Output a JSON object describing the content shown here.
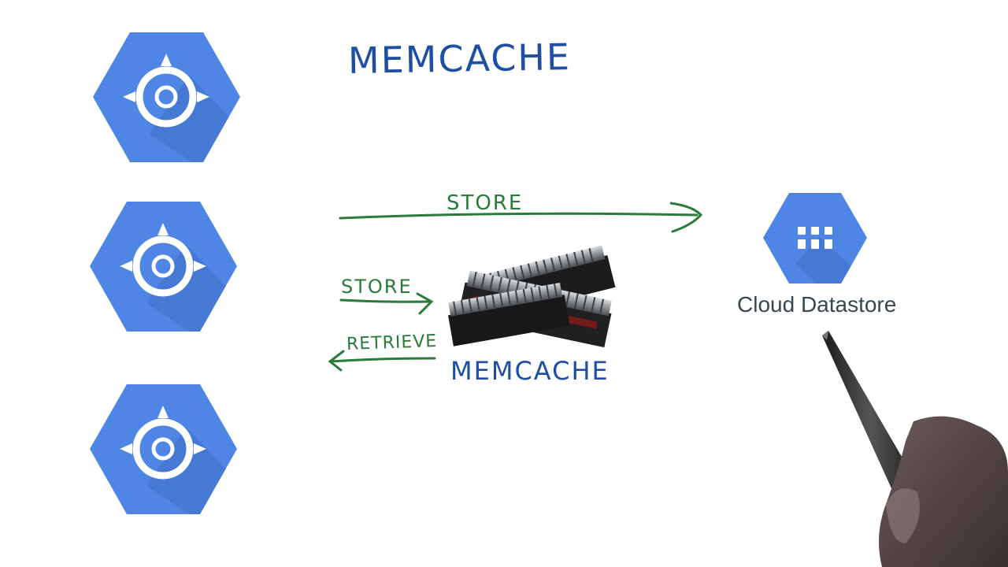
{
  "diagram": {
    "title": "MEMCACHE",
    "store_top_label": "STORE",
    "store_label": "STORE",
    "retrieve_label": "RETRIEVE",
    "memcache_label": "MEMCACHE",
    "datastore_caption": "Cloud Datastore",
    "app_engine_instances": 3
  },
  "colors": {
    "hex_blue": "#4f86e6",
    "hex_shadow": "#3f6fc4",
    "title_ink": "#1e4fa3",
    "arrow_ink": "#2a7a3a"
  },
  "icons": {
    "app_engine": "app-engine-icon",
    "datastore": "datastore-grid-icon",
    "ram": "ram-module-image",
    "pen": "stylus-pen-hand"
  }
}
